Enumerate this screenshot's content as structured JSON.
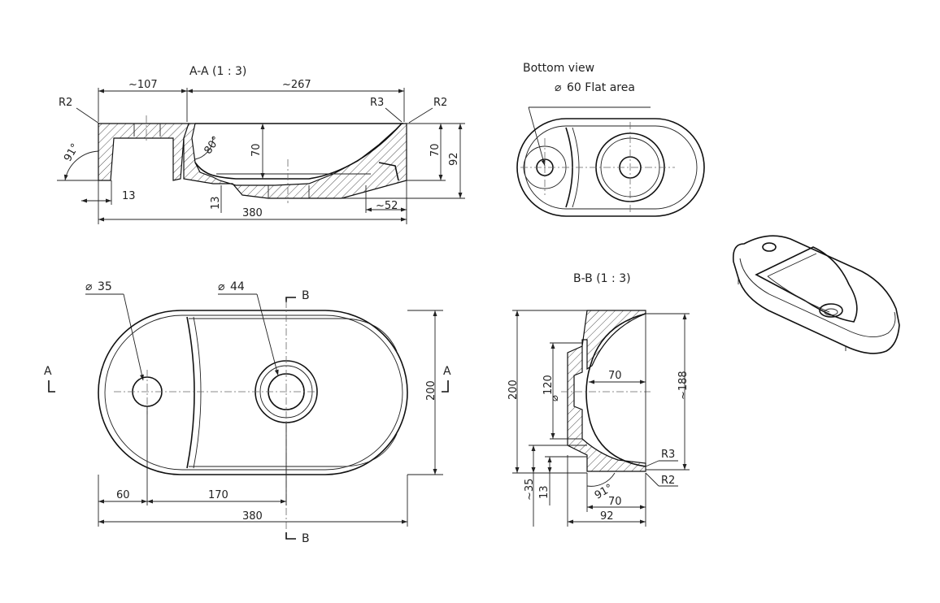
{
  "views": {
    "section_aa": {
      "title": "A-A (1 : 3)",
      "dims": {
        "top_left": "~107",
        "top_right": "~267",
        "r2_left": "R2",
        "r3": "R3",
        "r2_right": "R2",
        "angle_left": "91°",
        "angle_inner": "80°",
        "depth_inner": "70",
        "depth_right": "70",
        "height": "92",
        "wall": "13",
        "base": "13",
        "right_ext": "~52",
        "length": "380"
      }
    },
    "bottom_view": {
      "title": "Bottom view",
      "note": "60 Flat area"
    },
    "plan_view": {
      "tap_hole": "35",
      "drain": "44",
      "section_b": "B",
      "section_a": "A",
      "width": "200",
      "offset_60": "60",
      "offset_170": "170",
      "length": "380"
    },
    "section_bb": {
      "title": "B-B (1 : 3)",
      "dims": {
        "height": "200",
        "dia_120": "120",
        "depth_70": "70",
        "inner_188": "~188",
        "r3": "R3",
        "r2": "R2",
        "dim_35": "~35",
        "dim_13": "13",
        "angle": "91°",
        "bottom_70": "70",
        "bottom_92": "92"
      }
    }
  },
  "symbols": {
    "diameter": "⌀"
  }
}
